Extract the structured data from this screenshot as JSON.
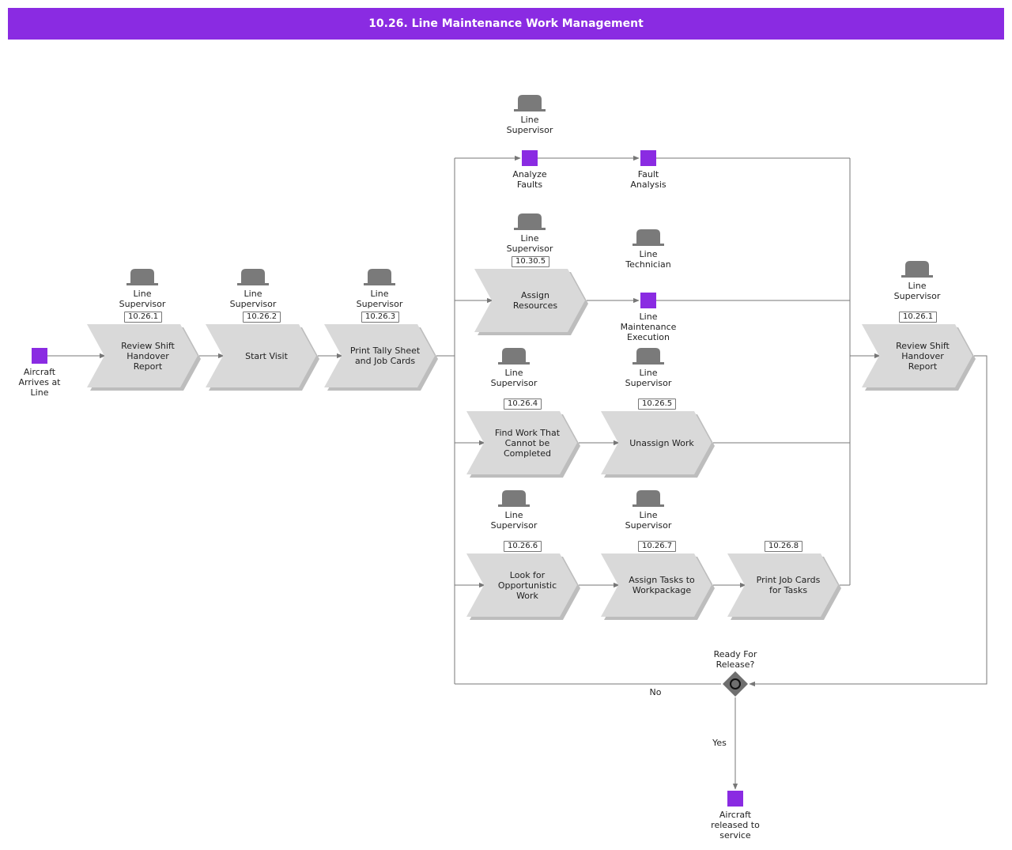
{
  "title": "10.26. Line Maintenance Work Management",
  "colors": {
    "banner": "#8a2be2",
    "event": "#8a2be2",
    "process": "#d9d9d9",
    "role_icon": "#7a7a7a",
    "line": "#777777"
  },
  "events": [
    {
      "id": "aircraft-arrives",
      "label": [
        "Aircraft",
        "Arrives at",
        "Line"
      ]
    },
    {
      "id": "analyze-faults",
      "label": [
        "Analyze",
        "Faults"
      ]
    },
    {
      "id": "fault-analysis",
      "label": [
        "Fault",
        "Analysis"
      ]
    },
    {
      "id": "line-maintenance-execution",
      "label": [
        "Line",
        "Maintenance",
        "Execution"
      ]
    },
    {
      "id": "aircraft-released",
      "label": [
        "Aircraft",
        "released to",
        "service"
      ]
    }
  ],
  "processes": [
    {
      "id": "review-shift-1",
      "label": [
        "Review Shift",
        "Handover",
        "Report"
      ],
      "code": "10.26.1"
    },
    {
      "id": "start-visit",
      "label": [
        "Start Visit"
      ],
      "code": "10.26.2"
    },
    {
      "id": "print-tally",
      "label": [
        "Print Tally Sheet",
        "and Job Cards"
      ],
      "code": "10.26.3"
    },
    {
      "id": "assign-resources",
      "label": [
        "Assign",
        "Resources"
      ],
      "code": "10.30.5"
    },
    {
      "id": "find-work",
      "label": [
        "Find Work That",
        "Cannot be",
        "Completed"
      ],
      "code": "10.26.4"
    },
    {
      "id": "unassign-work",
      "label": [
        "Unassign Work"
      ],
      "code": "10.26.5"
    },
    {
      "id": "look-for-work",
      "label": [
        "Look for",
        "Opportunistic",
        "Work"
      ],
      "code": "10.26.6"
    },
    {
      "id": "assign-tasks",
      "label": [
        "Assign Tasks to",
        "Workpackage"
      ],
      "code": "10.26.7"
    },
    {
      "id": "print-job-cards",
      "label": [
        "Print Job Cards",
        "for Tasks"
      ],
      "code": "10.26.8"
    },
    {
      "id": "review-shift-2",
      "label": [
        "Review Shift",
        "Handover",
        "Report"
      ],
      "code": "10.26.1"
    }
  ],
  "roles": [
    {
      "id": "role-1",
      "label": [
        "Line",
        "Supervisor"
      ]
    },
    {
      "id": "role-2",
      "label": [
        "Line",
        "Supervisor"
      ]
    },
    {
      "id": "role-3",
      "label": [
        "Line",
        "Supervisor"
      ]
    },
    {
      "id": "role-analyze",
      "label": [
        "Line",
        "Supervisor"
      ]
    },
    {
      "id": "role-assign-res",
      "label": [
        "Line",
        "Supervisor"
      ]
    },
    {
      "id": "role-technician",
      "label": [
        "Line",
        "Technician"
      ]
    },
    {
      "id": "role-find",
      "label": [
        "Line",
        "Supervisor"
      ]
    },
    {
      "id": "role-unassign",
      "label": [
        "Line",
        "Supervisor"
      ]
    },
    {
      "id": "role-look",
      "label": [
        "Line",
        "Supervisor"
      ]
    },
    {
      "id": "role-assign-tasks",
      "label": [
        "Line",
        "Supervisor"
      ]
    },
    {
      "id": "role-review-2",
      "label": [
        "Line",
        "Supervisor"
      ]
    }
  ],
  "gateway": {
    "label": [
      "Ready For",
      "Release?"
    ],
    "yes": "Yes",
    "no": "No"
  }
}
